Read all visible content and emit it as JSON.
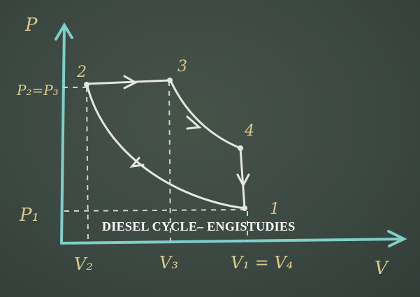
{
  "diagram": {
    "axes": {
      "y_label": "P",
      "x_label": "V"
    },
    "pressure_labels": {
      "high": "P₂=P₃",
      "low": "P₁"
    },
    "volume_labels": {
      "v2": "V₂",
      "v3": "V₃",
      "v1v4": "V₁ = V₄"
    },
    "points": {
      "p1": "1",
      "p2": "2",
      "p3": "3",
      "p4": "4"
    },
    "colors": {
      "axis": "#7ecfc9",
      "label": "#d8c98c",
      "curve": "#e4e6e0",
      "dashed": "#cfd3cc"
    }
  },
  "watermark": {
    "text": "DIESEL CYCLE– ENGISTUDIES"
  }
}
